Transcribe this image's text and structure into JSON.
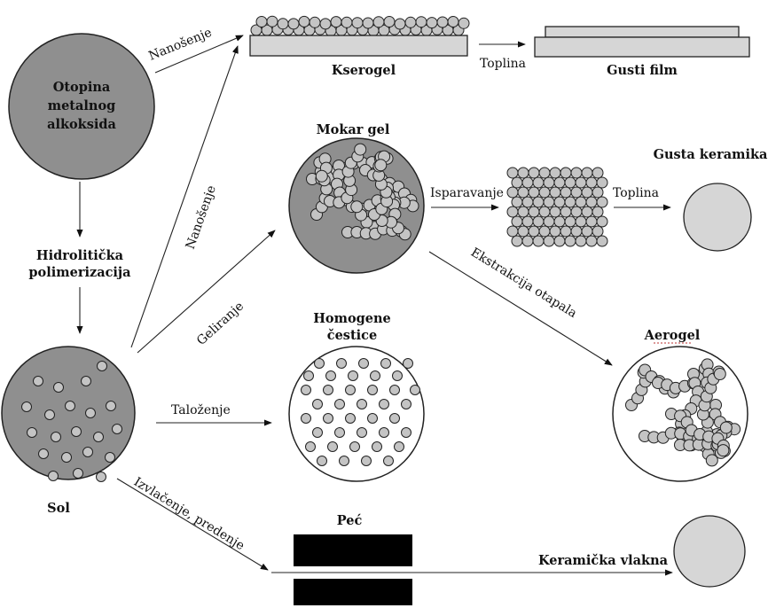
{
  "nodes": {
    "otopina": [
      "Otopina",
      "metalnog",
      "alkoksida"
    ],
    "hidrolitička": [
      "Hidrolitička",
      "polimerizacija"
    ],
    "sol": "Sol",
    "kserogel": "Kserogel",
    "gusti_film": "Gusti film",
    "mokar_gel": "Mokar gel",
    "gusta_keramika": "Gusta keramika",
    "homogene_cestice": [
      "Homogene",
      "čestice"
    ],
    "aerogel": "Aerogel",
    "pec": "Peć",
    "keramicka_vlakna": "Keramička vlakna"
  },
  "arrows": {
    "nanosenje_top": "Nanošenje",
    "nanosenje_diag": "Nanošenje",
    "toplina_film": "Toplina",
    "geliranje": "Geliranje",
    "isparavanje": "Isparavanje",
    "toplina_keramika": "Toplina",
    "ekstrakcija": "Ekstrakcija otapala",
    "talozenje": "Taloženje",
    "izvlacenje": "Izvlačenje, predenje"
  },
  "colors": {
    "dark_fill": "#8f8f8f",
    "light_fill": "#d6d6d6",
    "particle_fill": "#c4c4c4",
    "furnace": "#000000"
  }
}
